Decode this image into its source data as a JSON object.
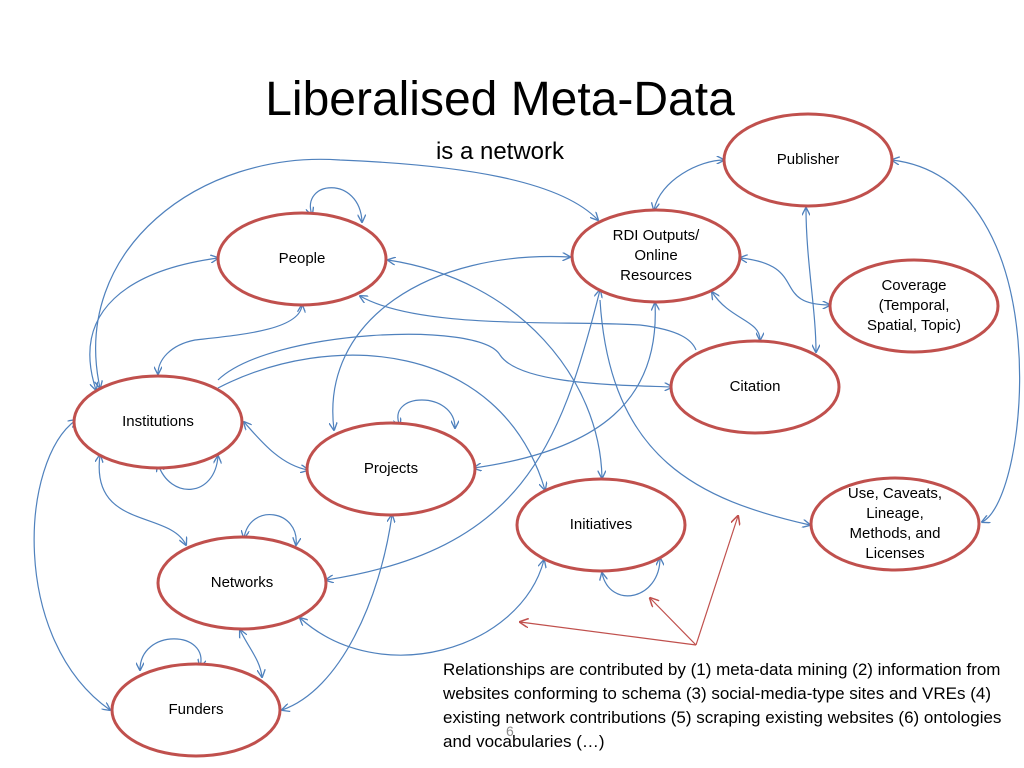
{
  "title": "Liberalised Meta-Data",
  "subtitle": "is a network",
  "colors": {
    "node_stroke": "#c0504d",
    "edge": "#4f81bd",
    "annotation_arrow": "#c0504d"
  },
  "nodes": {
    "people": "People",
    "institutions": "Institutions",
    "projects": "Projects",
    "networks": "Networks",
    "funders": "Funders",
    "rdi": "RDI Outputs/\nOnline\nResources",
    "publisher": "Publisher",
    "coverage": "Coverage\n(Temporal,\nSpatial, Topic)",
    "citation": "Citation",
    "initiatives": "Initiatives",
    "use": "Use, Caveats,\nLineage,\nMethods, and\nLicenses"
  },
  "footnote": "Relationships are contributed by (1) meta-data mining (2) information from websites conforming to schema (3) social-media-type sites and VREs (4)  existing network contributions (5) scraping existing websites (6) ontologies and vocabularies (…)",
  "page_number": "6"
}
